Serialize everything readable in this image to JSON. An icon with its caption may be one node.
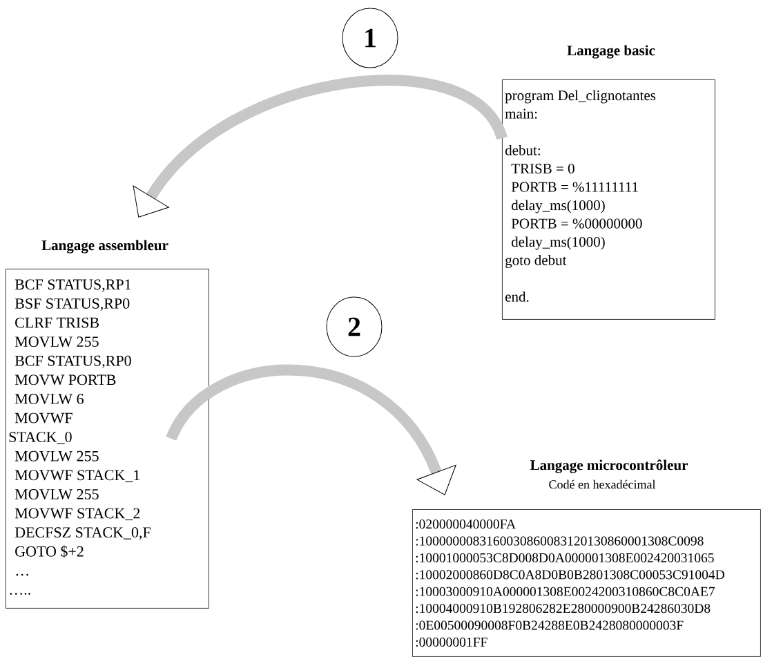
{
  "diagram": {
    "nodes": [
      {
        "text": [
          "1"
        ]
      },
      {
        "text": [
          "Langage basic",
          "program Del_clignotantes",
          "main:",
          "debut:",
          "TRISB = 0",
          "PORTB = %11111111",
          "delay_ms(1000)",
          "PORTB = %00000000",
          "delay_ms(1000)",
          "goto debut",
          "end."
        ]
      },
      {
        "text": [
          "Langage assembleur",
          "BCF STATUS,RP1",
          "BSF STATUS,RP0",
          "CLRF TRISB",
          "MOVLW 255",
          "BCF STATUS,RP0",
          "MOVW PORTB",
          "MOVLW 6",
          "MOVWF",
          "STACK_0",
          "MOVLW 255",
          "MOVWF STACK_1",
          "MOVLW 255",
          "MOVWF STACK_2",
          "DECFSZ STACK_0,F",
          "GOTO $+2",
          "…",
          "….."
        ]
      },
      {
        "text": [
          "2"
        ]
      },
      {
        "text": [
          "Langage microcontrôleur",
          "Codé en hexadécimal",
          ":020000040000FA",
          ":1000000083160030860083120130860001308C0098",
          ":10001000053C8D008D0A000001308E002420031065",
          ":10002000860D8C0A8D0B0B2801308C00053C91004D",
          ":10003000910A000001308E0024200310860C8C0AE7",
          ":10004000910B192806282E280000900B24286030D8",
          ":0E00500090008F0B24288E0B2428080000003F",
          ":00000001FF"
        ]
      }
    ],
    "edges": [
      {
        "from": 1,
        "to": 2,
        "arrow": "to"
      },
      {
        "from": 2,
        "to": 4,
        "arrow": "to"
      }
    ]
  }
}
